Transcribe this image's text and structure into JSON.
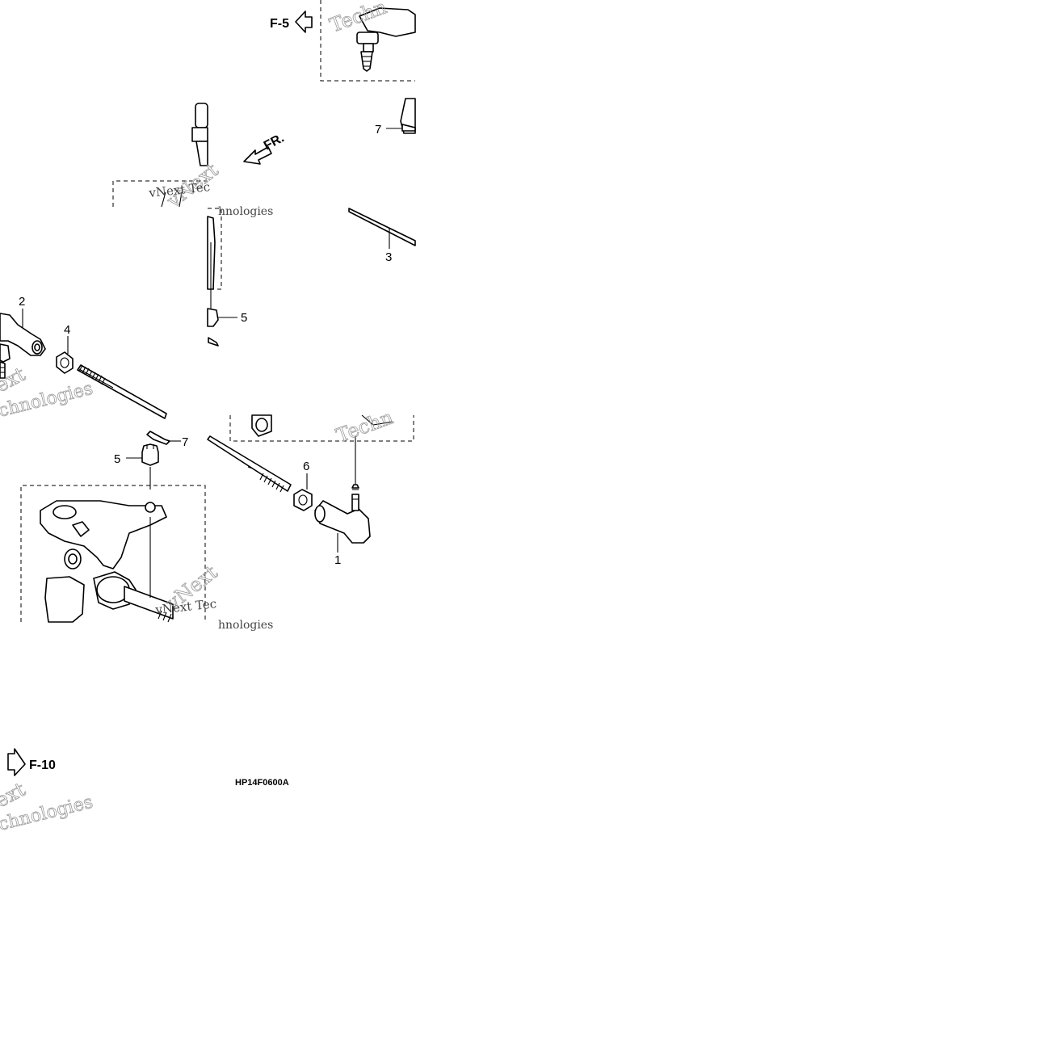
{
  "diagram": {
    "drawing_code": "HP14F0600A",
    "front_indicator": "FR.",
    "references": [
      {
        "id": "ref-f5",
        "label": "F-5",
        "direction": "left"
      },
      {
        "id": "ref-f10",
        "label": "F-10",
        "direction": "right"
      }
    ],
    "callouts": [
      {
        "number": "1"
      },
      {
        "number": "2"
      },
      {
        "number": "3"
      },
      {
        "number": "4"
      },
      {
        "number": "5"
      },
      {
        "number": "5"
      },
      {
        "number": "6"
      },
      {
        "number": "7"
      },
      {
        "number": "7"
      }
    ],
    "watermark": {
      "lines": [
        "vNext",
        "Technologies",
        "vNext Tec",
        "hnologies",
        "Techn",
        "Tec",
        "ext",
        "chnologies"
      ]
    }
  }
}
